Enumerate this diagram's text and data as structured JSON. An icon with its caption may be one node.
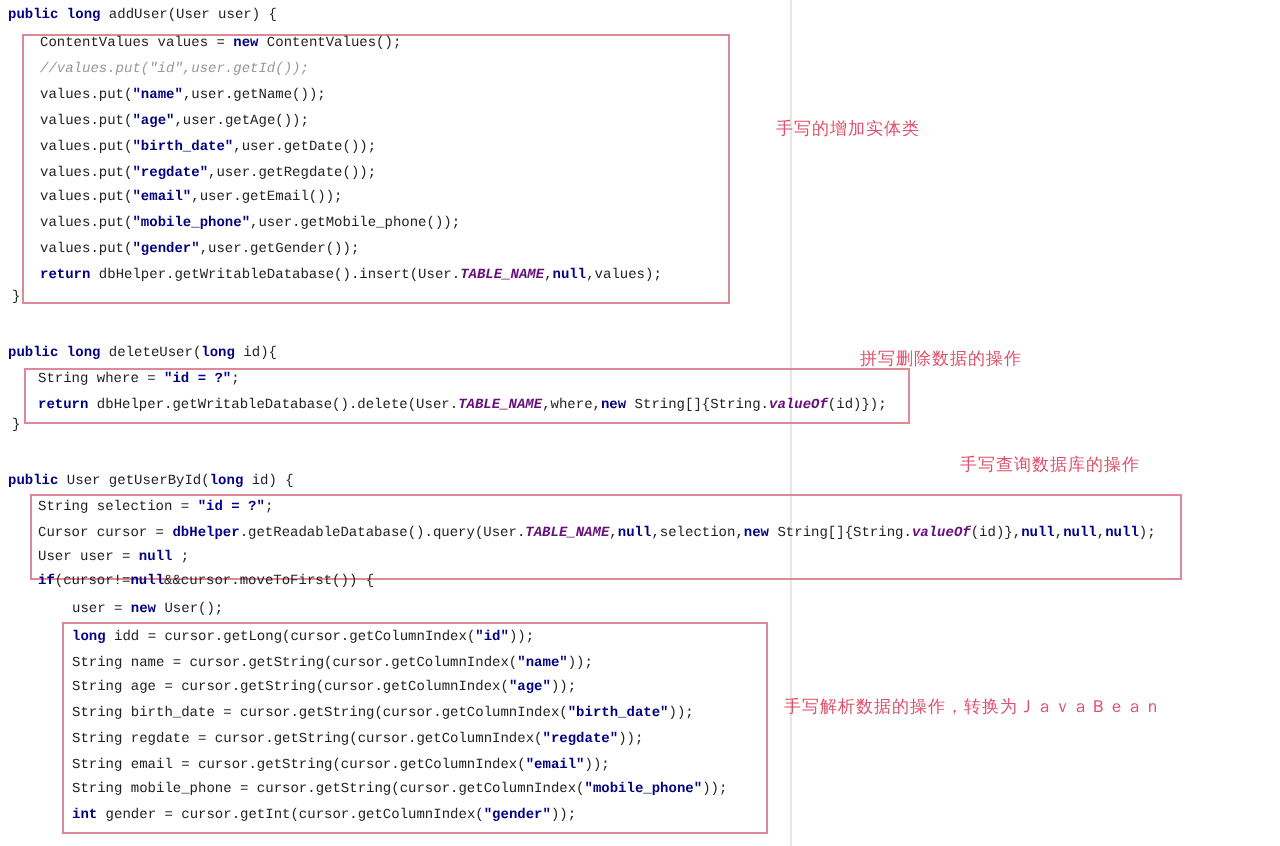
{
  "diagram": {
    "nodes": [
      {
        "text": [
          "ContentValues values = **new** ContentValues();",
          "//values.put(\"id\",user.getId());",
          "values.put(**\"name\"**,user.getName());",
          "values.put(**\"age\"**,user.getAge());",
          "values.put(**\"birth_date\"**,user.getDate());",
          "values.put(**\"regdate\"**,user.getRegdate());",
          "values.put(**\"email\"**,user.getEmail());",
          "values.put(**\"mobile_phone\"**,user.getMobile_phone());",
          "values.put(**\"gender\"**,user.getGender());",
          "**return** dbHelper.getWritableDatabase().insert(User.*TABLE_NAME*,**null**,values);"
        ],
        "beside": [
          "手写的增加实体类"
        ]
      },
      {
        "text": [
          "String where = **\"id = ?\"**;",
          "**return** dbHelper.getWritableDatabase().delete(User.*TABLE_NAME*,where,**new** String[]{String.*valueOf*(id)});"
        ],
        "beside": [
          "拼写删除数据的操作"
        ]
      },
      {
        "text": [
          "String selection = **\"id =  ?\"**;",
          "Cursor cursor = **dbHelper**.getReadableDatabase().query(User.*TABLE_NAME*,**null**,selection,**new** String[]{String.*valueOf*(id)},**null**,**null**,**null**);",
          "User user = **null** ;"
        ],
        "beside": [
          "手写查询数据库的操作"
        ]
      },
      {
        "text": [
          "**long** idd = cursor.getLong(cursor.getColumnIndex(**\"id\"**));",
          "String name = cursor.getString(cursor.getColumnIndex(**\"name\"**));",
          "String age = cursor.getString(cursor.getColumnIndex(**\"age\"**));",
          "String birth_date = cursor.getString(cursor.getColumnIndex(**\"birth_date\"**));",
          "String regdate = cursor.getString(cursor.getColumnIndex(**\"regdate\"**));",
          "String email = cursor.getString(cursor.getColumnIndex(**\"email\"**));",
          "String mobile_phone = cursor.getString(cursor.getColumnIndex(**\"mobile_phone\"**));",
          "**int** gender = cursor.getInt(cursor.getColumnIndex(**\"gender\"**));"
        ],
        "beside": [
          "手写解析数据的操作，转换为ＪａｖａＢｅａｎ"
        ]
      }
    ],
    "labels": [
      "**public** **long** addUser(User user) {",
      "}",
      "**public** **long** deleteUser(**long** id){",
      "}",
      "**public** User getUserById(**long** id) {",
      "**if**(cursor!=**null**&&cursor.moveToFirst()) {",
      "user = **new** User();"
    ]
  }
}
